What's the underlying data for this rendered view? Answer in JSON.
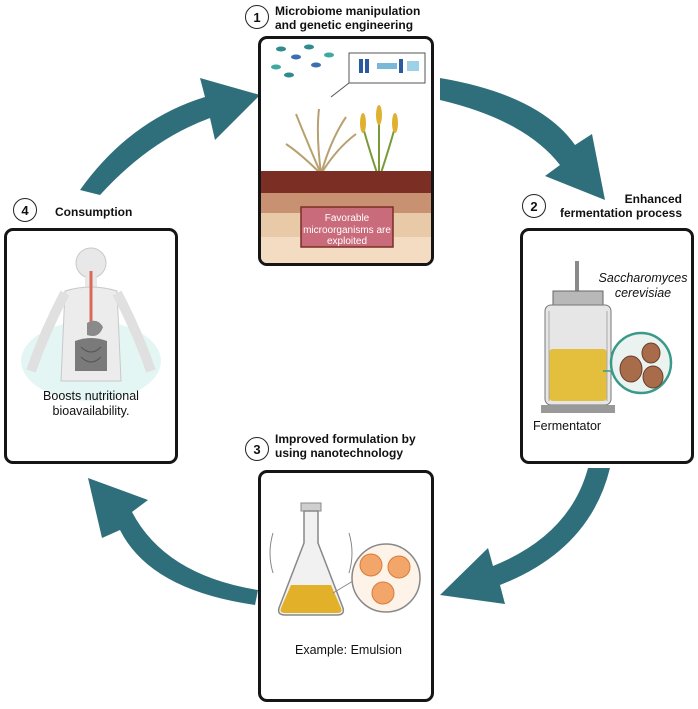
{
  "steps": [
    {
      "number": "1",
      "title_line1": "Microbiome manipulation",
      "title_line2": "and genetic engineering"
    },
    {
      "number": "2",
      "title_line1": "Enhanced",
      "title_line2": "fermentation process"
    },
    {
      "number": "3",
      "title_line1": "Improved formulation by",
      "title_line2": "using nanotechnology"
    },
    {
      "number": "4",
      "title_line1": "Consumption"
    }
  ],
  "panel1": {
    "label_line1": "Favorable",
    "label_line2": "microorganisms are",
    "label_line3": "exploited"
  },
  "panel2": {
    "organism_line1": "Saccharomyces",
    "organism_line2": "cerevisiae",
    "caption": "Fermentator"
  },
  "panel3": {
    "caption": "Example: Emulsion"
  },
  "panel4": {
    "caption_line1": "Boosts nutritional",
    "caption_line2": "bioavailability."
  },
  "colors": {
    "arrow": "#2f6f7b",
    "soil_dark": "#7a2e24",
    "label_bg": "#c96b7a"
  }
}
